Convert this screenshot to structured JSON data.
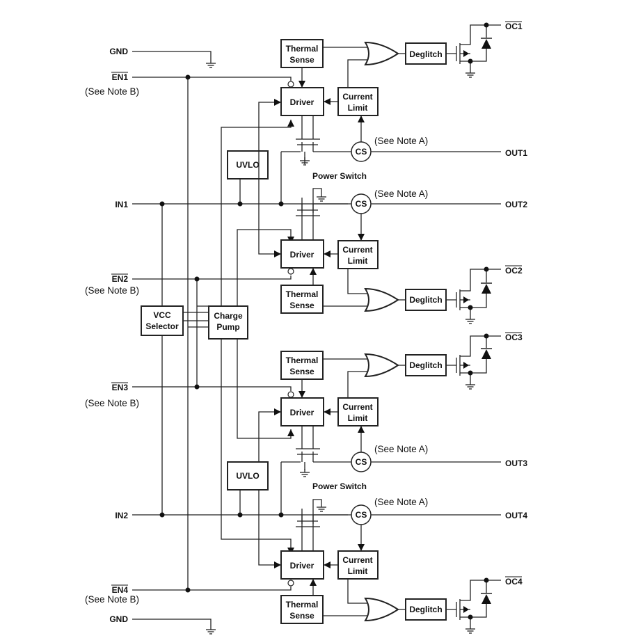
{
  "pins": {
    "gnd_top": "GND",
    "en1": "EN1",
    "en2": "EN2",
    "en3": "EN3",
    "en4": "EN4",
    "in1": "IN1",
    "in2": "IN2",
    "gnd_bottom": "GND",
    "out1": "OUT1",
    "out2": "OUT2",
    "out3": "OUT3",
    "out4": "OUT4",
    "oc1": "OC1",
    "oc2": "OC2",
    "oc3": "OC3",
    "oc4": "OC4"
  },
  "notes": {
    "note_b": "(See Note B)",
    "note_a": "(See Note A)"
  },
  "blocks": {
    "thermal_line1": "Thermal",
    "thermal_line2": "Sense",
    "driver": "Driver",
    "current_line1": "Current",
    "current_line2": "Limit",
    "deglitch": "Deglitch",
    "uvlo": "UVLO",
    "vcc_line1": "VCC",
    "vcc_line2": "Selector",
    "charge_line1": "Charge",
    "charge_line2": "Pump",
    "cs": "CS",
    "power_switch": "Power Switch"
  }
}
